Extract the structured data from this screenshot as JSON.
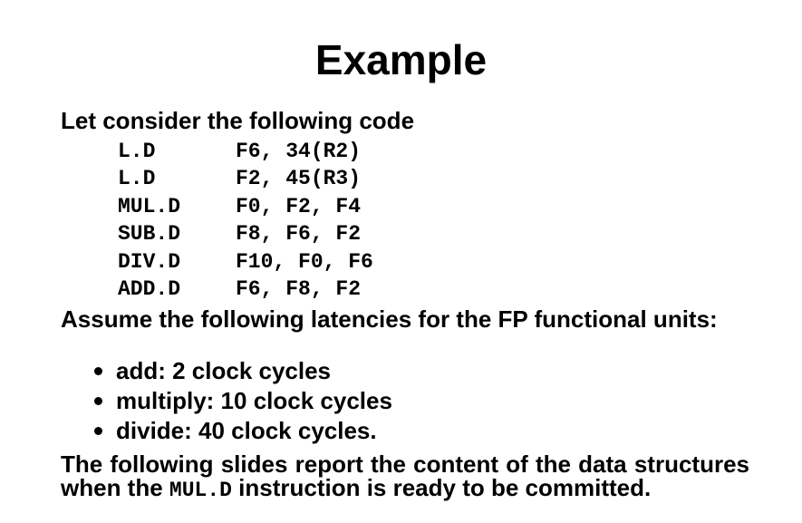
{
  "slide": {
    "title": "Example",
    "intro": "Let consider the following code",
    "code": [
      {
        "op": "L.D",
        "args": "F6, 34(R2)"
      },
      {
        "op": "L.D",
        "args": "F2, 45(R3)"
      },
      {
        "op": "MUL.D",
        "args": "F0, F2, F4"
      },
      {
        "op": "SUB.D",
        "args": "F8, F6, F2"
      },
      {
        "op": "DIV.D",
        "args": "F10, F0, F6"
      },
      {
        "op": "ADD.D",
        "args": "F6, F8, F2"
      }
    ],
    "assume": "Assume the following latencies for the FP functional units:",
    "latencies": [
      "add: 2 clock cycles",
      "multiply: 10 clock cycles",
      "divide: 40 clock cycles."
    ],
    "final": {
      "before": "The following slides report the content of the data structures when the ",
      "instruction": "MUL.D",
      "after": " instruction is ready to be committed."
    }
  }
}
